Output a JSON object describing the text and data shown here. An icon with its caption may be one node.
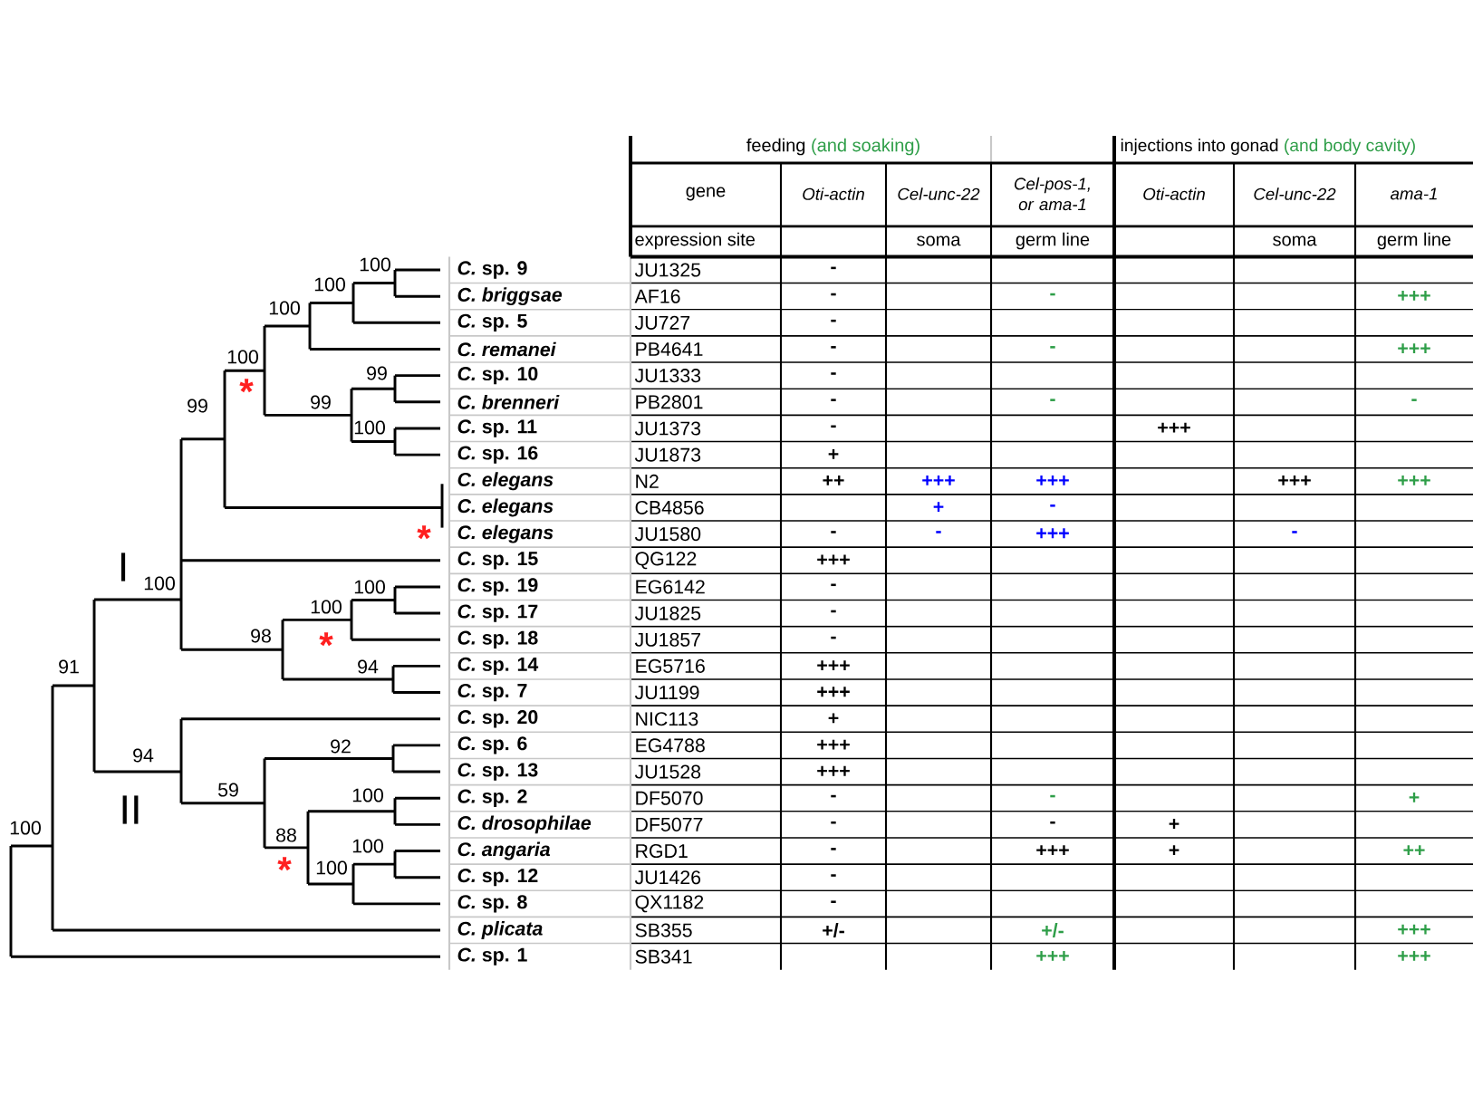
{
  "diagram": {
    "labels": [
      "feeding",
      "(and soaking)",
      "injections into gonad",
      "(and body cavity)",
      "gene",
      "Oti-actin",
      "Cel-unc-22",
      "Cel-pos-1, or ama-1",
      "Oti-actin",
      "Cel-unc-22",
      "ama-1",
      "expression site",
      "soma",
      "germ line",
      "soma",
      "germ line",
      "*C.* sp. 9",
      "JU1325",
      "-",
      "*C. briggsae*",
      "AF16",
      "-",
      "-",
      "+++",
      "*C.* sp. 5",
      "JU727",
      "-",
      "*C. remanei*",
      "PB4641",
      "-",
      "-",
      "+++",
      "*C.* sp. 10",
      "JU1333",
      "-",
      "*C. brenneri*",
      "PB2801",
      "-",
      "-",
      "-",
      "*C.* sp. 11",
      "JU1373",
      "-",
      "+++",
      "*C.* sp. 16",
      "JU1873",
      "+",
      "*C. elegans*",
      "N2",
      "++",
      "+++",
      "+++",
      "+++",
      "+++",
      "*C. elegans*",
      "CB4856",
      "+",
      "-",
      "*C. elegans*",
      "JU1580",
      "-",
      "-",
      "+++",
      "-",
      "*C.* sp. 15",
      "QG122",
      "+++",
      "*C.* sp. 19",
      "EG6142",
      "-",
      "*C.* sp. 17",
      "JU1825",
      "-",
      "*C.* sp. 18",
      "JU1857",
      "-",
      "*C.* sp. 14",
      "EG5716",
      "+++",
      "*C.* sp. 7",
      "JU1199",
      "+++",
      "*C.* sp. 20",
      "NIC113",
      "+",
      "*C.* sp. 6",
      "EG4788",
      "+++",
      "*C.* sp. 13",
      "JU1528",
      "+++",
      "*C.* sp. 2",
      "DF5070",
      "-",
      "-",
      "+",
      "*C. drosophilae*",
      "DF5077",
      "-",
      "-",
      "+",
      "*C. angaria*",
      "RGD1",
      "-",
      "+++",
      "+",
      "++",
      "*C.* sp. 12",
      "JU1426",
      "-",
      "*C.* sp. 8",
      "QX1182",
      "-",
      "*C. plicata*",
      "SB355",
      "+/-",
      "+/-",
      "+++",
      "*C.* sp. 1",
      "SB341",
      "+++",
      "+++",
      "100",
      "100",
      "100",
      "100",
      "99",
      "99",
      "99",
      "100",
      "100",
      "100",
      "100",
      "98",
      "91",
      "94",
      "92",
      "94",
      "59",
      "100",
      "100",
      "88",
      "100",
      "100",
      "I",
      "II",
      "*",
      "*",
      "*",
      "*"
    ]
  }
}
